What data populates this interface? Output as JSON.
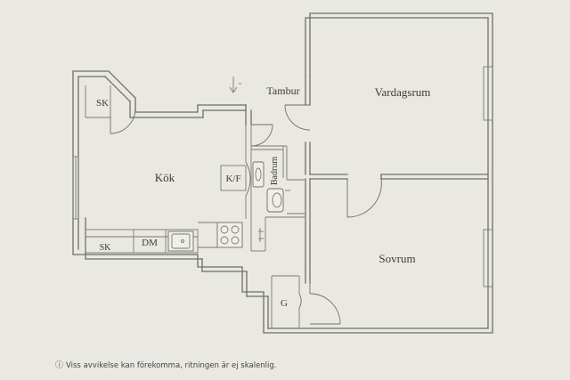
{
  "rooms": {
    "tambur": "Tambur",
    "vardagsrum": "Vardagsrum",
    "kok": "Kök",
    "sovrum": "Sovrum",
    "badrum": "Badrum"
  },
  "fixtures": {
    "sk_top": "SK",
    "kf": "K/F",
    "sk_bottom": "SK",
    "dm": "DM",
    "g": "G"
  },
  "footer": {
    "icon": "info-icon",
    "text": "Viss avvikelse kan förekomma, ritningen är ej skalenlig."
  }
}
